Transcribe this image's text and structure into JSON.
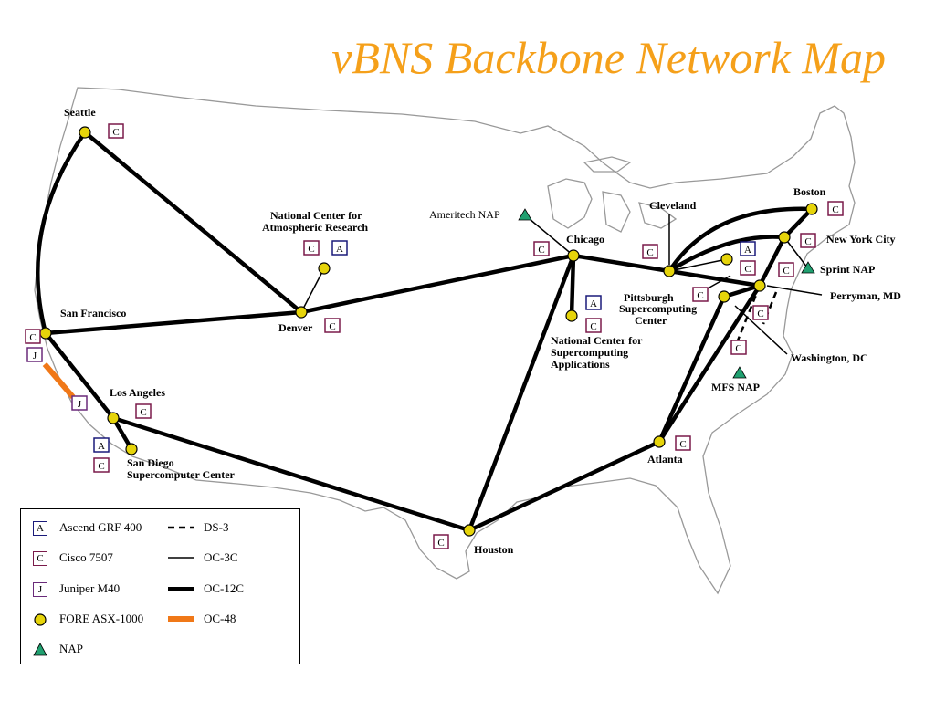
{
  "title": "vBNS Backbone Network Map",
  "badges": {
    "ascend": "A",
    "cisco": "C",
    "juniper": "J"
  },
  "cities": {
    "seattle": "Seattle",
    "san_francisco": "San Francisco",
    "los_angeles": "Los Angeles",
    "san_diego_1": "San Diego",
    "san_diego_2": "Supercomputer Center",
    "ncar_1": "National Center for",
    "ncar_2": "Atmospheric Research",
    "denver": "Denver",
    "chicago": "Chicago",
    "ameritech_nap": "Ameritech NAP",
    "ncsa_1": "National Center for",
    "ncsa_2": "Supercomputing",
    "ncsa_3": "Applications",
    "cleveland": "Cleveland",
    "psc_1": "Pittsburgh",
    "psc_2": "Supercomputing",
    "psc_3": "Center",
    "boston": "Boston",
    "new_york": "New York City",
    "sprint_nap": "Sprint NAP",
    "perryman": "Perryman, MD",
    "washington": "Washington, DC",
    "mfs_nap": "MFS NAP",
    "atlanta": "Atlanta",
    "houston": "Houston"
  },
  "legend": {
    "ascend": "Ascend GRF 400",
    "cisco": "Cisco 7507",
    "juniper": "Juniper M40",
    "fore": "FORE ASX-1000",
    "nap": "NAP",
    "ds3": "DS-3",
    "oc3c": "OC-3C",
    "oc12c": "OC-12C",
    "oc48": "OC-48"
  },
  "colors": {
    "title": "#f5a01a",
    "oc48": "#f07818",
    "node": "#e6d40a",
    "nap": "#20a070",
    "ascend_border": "#1a1a7a",
    "cisco_border": "#7a1a4a",
    "juniper_border": "#6a2a7a"
  }
}
